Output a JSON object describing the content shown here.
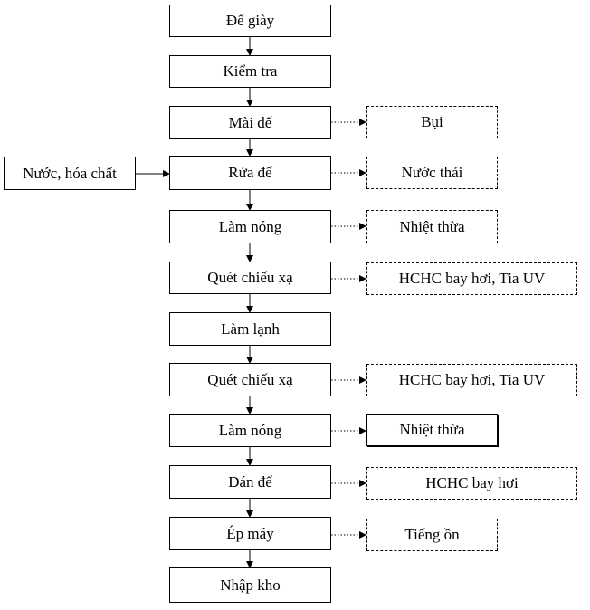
{
  "process_steps": [
    "Đế giày",
    "Kiểm tra",
    "Mài đế",
    "Rửa đế",
    "Làm nóng",
    "Quét chiếu xạ",
    "Làm lạnh",
    "Quét chiếu xạ",
    "Làm nóng",
    "Dán đế",
    "Ép máy",
    "Nhập kho"
  ],
  "input": "Nước, hóa chất",
  "outputs": {
    "mai_de": "Bụi",
    "rua_de": "Nước thải",
    "lam_nong_1": "Nhiệt thừa",
    "quet_1": "HCHC bay hơi, Tia UV",
    "quet_2": "HCHC bay hơi, Tia UV",
    "lam_nong_2": "Nhiệt thừa",
    "dan_de": "HCHC bay hơi",
    "ep_may": "Tiếng ồn"
  }
}
